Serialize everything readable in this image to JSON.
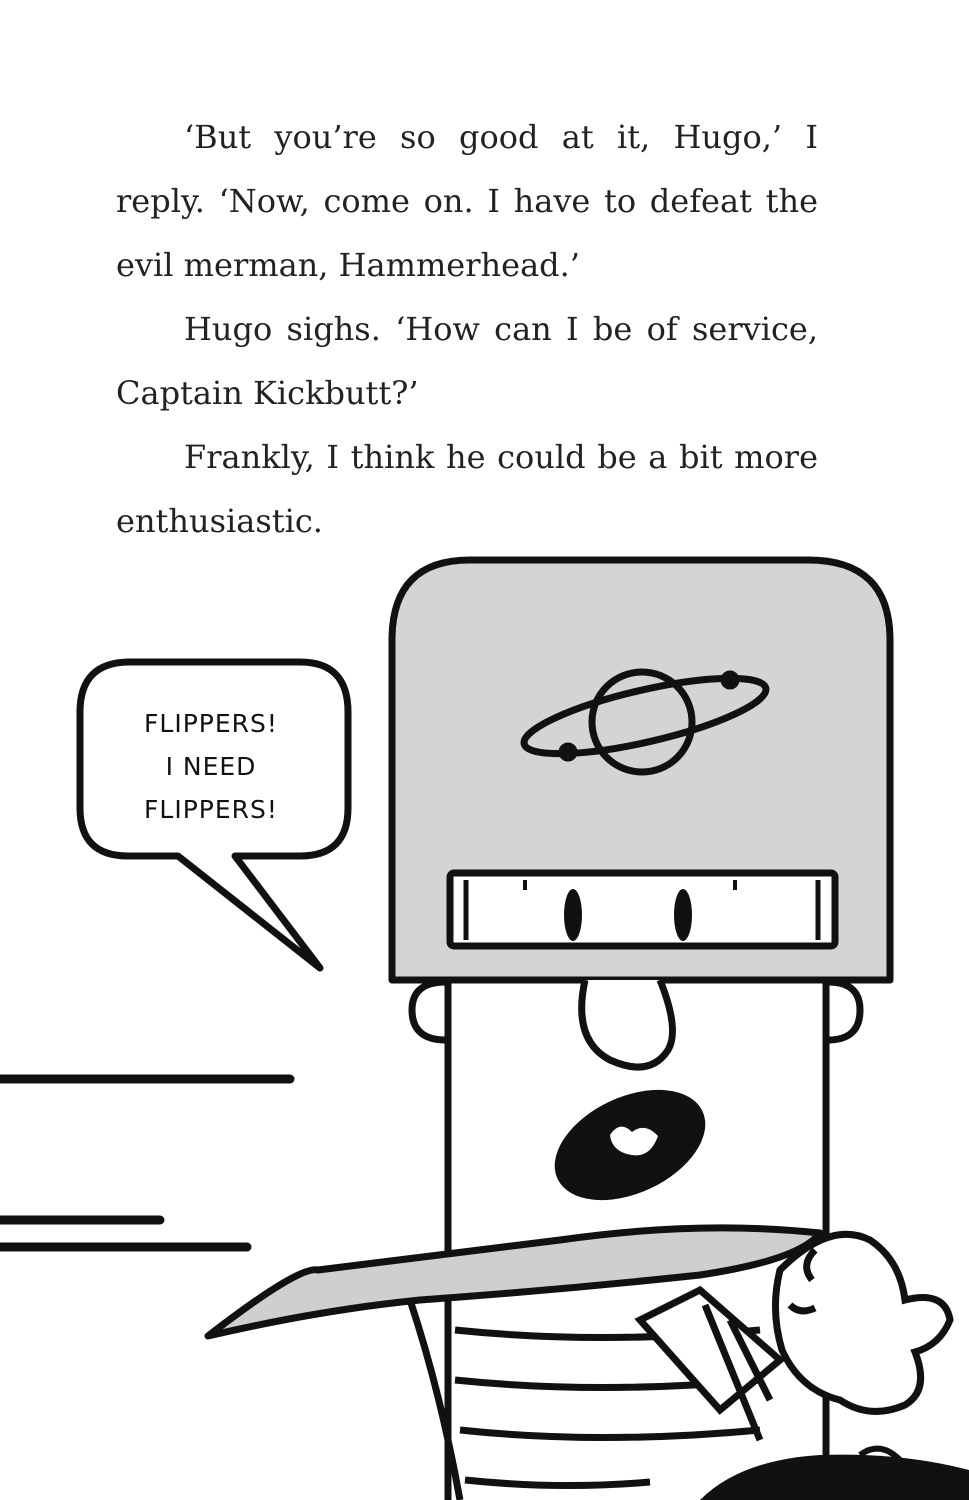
{
  "paragraphs": [
    "‘But you’re so good at it, Hugo,’ I reply. ‘Now, come on. I have to defeat the evil merman, Hammerhead.’",
    "Hugo sighs. ‘How can I be of service, Captain Kickbutt?’",
    "Frankly, I think he could be a bit more enthusiastic."
  ],
  "speech_bubble": {
    "lines": [
      "FLIPPERS!",
      "I NEED",
      "FLIPPERS!"
    ]
  },
  "colors": {
    "ink": "#111111",
    "text": "#222222",
    "helmet_fill": "#d4d4d4",
    "cape_fill": "#cfcfcf"
  }
}
